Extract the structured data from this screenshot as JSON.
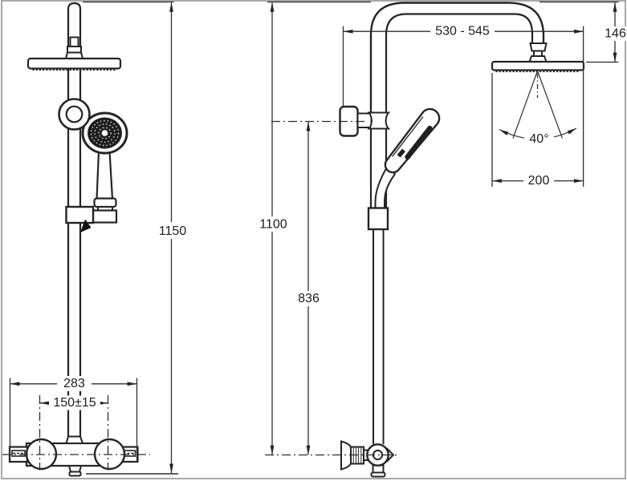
{
  "diagram": {
    "type": "technical-drawing",
    "subject": "shower column with overhead shower and hand shower, front view and side view",
    "background_color": "#ffffff",
    "line_color": "#242424",
    "frame_color": "#a8a8a8",
    "dimensions": {
      "total_height": "1150",
      "mixer_width": "283",
      "supply_centers": "150±15",
      "wall_to_head": "530 - 545",
      "head_drop": "146",
      "spray_angle": "40°",
      "head_diameter": "200",
      "top_above_outlet": "1100",
      "bracket_above_outlet": "836"
    }
  }
}
